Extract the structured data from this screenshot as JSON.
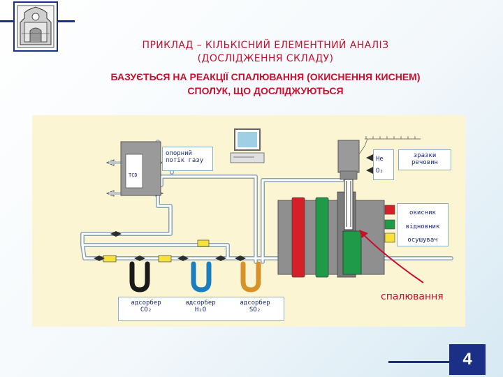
{
  "slide": {
    "title_line1": "ПРИКЛАД – КІЛЬКІСНИЙ ЕЛЕМЕНТНИЙ АНАЛІЗ",
    "title_line2": "(ДОСЛІДЖЕННЯ СКЛАДУ)",
    "subtitle_line1": "БАЗУЄТЬСЯ НА РЕАКЦІЇ СПАЛЮВАННЯ (ОКИСНЕННЯ КИСНЕМ)",
    "subtitle_line2": "СПОЛУК, ЩО ДОСЛІДЖУЮТЬСЯ",
    "page_number": "4"
  },
  "diagram": {
    "detector_label": "ТСD",
    "reference_gas": [
      "опорний",
      "потік газу"
    ],
    "gases": [
      "He",
      "O₂"
    ],
    "samples": [
      "зразки",
      "речовин"
    ],
    "legend": [
      {
        "label": "окисник",
        "color": "#d62027"
      },
      {
        "label": "відновник",
        "color": "#1f9a48"
      },
      {
        "label": "осушувач",
        "color": "#f6e23a"
      }
    ],
    "combustion_label": "спалювання",
    "adsorbers": [
      {
        "line1": "адсорбер",
        "line2": "CO₂",
        "color": "#1a1a1a"
      },
      {
        "line1": "адсорбер",
        "line2": "H₂O",
        "color": "#1b7fbf"
      },
      {
        "line1": "адсорбер",
        "line2": "SO₂",
        "color": "#d8922a"
      }
    ]
  },
  "colors": {
    "accent_red": "#c8102e",
    "brand_blue": "#1b2f86",
    "panel": "#fbf5d3"
  }
}
